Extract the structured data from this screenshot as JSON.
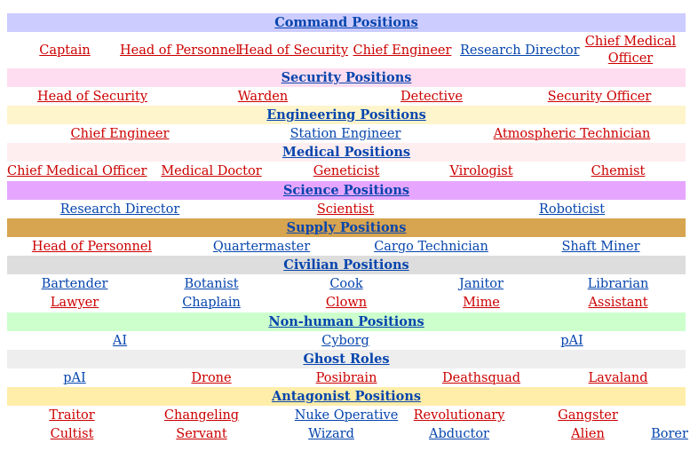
{
  "colors": {
    "command_bg": "#ccccff",
    "security_bg": "#ffddf0",
    "engineering_bg": "#fff5cc",
    "medical_bg": "#ffeef0",
    "science_bg": "#e6a6ff",
    "supply_bg": "#d7a44f",
    "civilian_bg": "#dddddd",
    "nonhuman_bg": "#ccffcc",
    "ghost_bg": "#eeeeee",
    "antagonist_bg": "#ffeeaa",
    "link_blue": "#0645ad",
    "link_red": "#cc0000"
  },
  "sections": {
    "command": {
      "title": "Command Positions",
      "items": [
        "Captain",
        "Head of Personnel",
        "Head of Security",
        "Chief Engineer",
        "Research Director",
        "Chief Medical Officer"
      ]
    },
    "security": {
      "title": "Security Positions",
      "items": [
        "Head of Security",
        "Warden",
        "Detective",
        "Security Officer"
      ]
    },
    "engineering": {
      "title": "Engineering Positions",
      "items": [
        "Chief Engineer",
        "Station Engineer",
        "Atmospheric Technician"
      ]
    },
    "medical": {
      "title": "Medical Positions",
      "items": [
        "Chief Medical Officer",
        "Medical Doctor",
        "Geneticist",
        "Virologist",
        "Chemist"
      ]
    },
    "science": {
      "title": "Science Positions",
      "items": [
        "Research Director",
        "Scientist",
        "Roboticist"
      ]
    },
    "supply": {
      "title": "Supply Positions",
      "items": [
        "Head of Personnel",
        "Quartermaster",
        "Cargo Technician",
        "Shaft Miner"
      ]
    },
    "civilian": {
      "title": "Civilian Positions",
      "row1": [
        "Bartender",
        "Botanist",
        "Cook",
        "Janitor",
        "Librarian"
      ],
      "row2": [
        "Lawyer",
        "Chaplain",
        "Clown",
        "Mime",
        "Assistant"
      ]
    },
    "nonhuman": {
      "title": "Non-human Positions",
      "items": [
        "AI",
        "Cyborg",
        "pAI"
      ]
    },
    "ghost": {
      "title": "Ghost Roles",
      "items": [
        "pAI",
        "Drone",
        "Posibrain",
        "Deathsquad",
        "Lavaland"
      ]
    },
    "antagonist": {
      "title": "Antagonist Positions",
      "row1": [
        "Traitor",
        "Changeling",
        "Nuke Operative",
        "Revolutionary",
        "Gangster"
      ],
      "row2": [
        "Cultist",
        "Servant",
        "Wizard",
        "Abductor",
        "Alien",
        "Borer"
      ]
    }
  }
}
